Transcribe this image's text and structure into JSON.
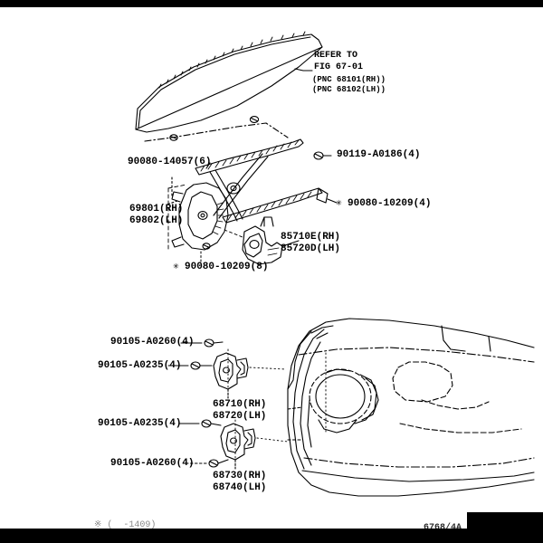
{
  "document": {
    "kind": "parts-catalog-illustration",
    "footer_note": "※ (  -1409)",
    "figure_code": "6768/4A"
  },
  "refer_note": {
    "line1": "REFER TO",
    "line2": "FIG 67-01",
    "line3": "(PNC 68101(RH))",
    "line4": "(PNC 68102(LH))"
  },
  "upper_assembly": {
    "bolt_top": "90080-14057(6)",
    "regulator_rh": "69801(RH)",
    "regulator_lh": "69802(LH)",
    "screw_right": "90119-A0186(4)",
    "bolt_right": "90080-10209(4)",
    "motor_rh": "85710E(RH)",
    "motor_lh": "85720D(LH)",
    "bolt_bottom": "90080-10209(8)"
  },
  "lower_assembly": {
    "bolt_upper_outer": "90105-A0260(4)",
    "bolt_upper_inner": "90105-A0235(4)",
    "hinge_upper_rh": "68710(RH)",
    "hinge_upper_lh": "68720(LH)",
    "bolt_lower_inner": "90105-A0235(4)",
    "bolt_lower_outer": "90105-A0260(4)",
    "hinge_lower_rh": "68730(RH)",
    "hinge_lower_lh": "68740(LH)"
  },
  "colors": {
    "paper": "#ffffff",
    "ink": "#000000",
    "border": "#000000"
  }
}
